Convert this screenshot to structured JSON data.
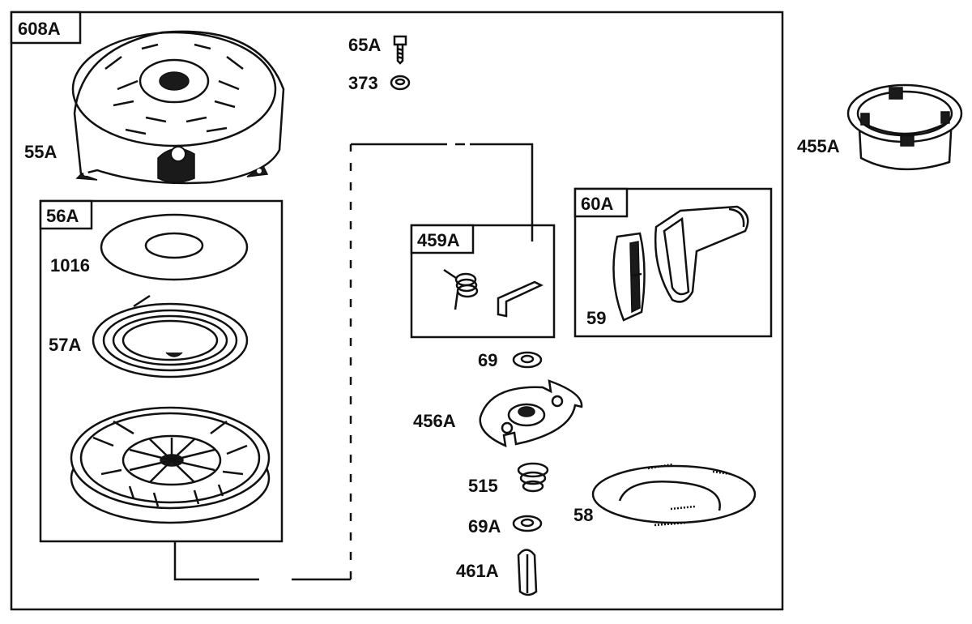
{
  "labels": {
    "kit_608a": "608A",
    "kit_56a": "56A",
    "kit_459a": "459A",
    "kit_60a": "60A",
    "p65a": "65A",
    "p373": "373",
    "p55a": "55A",
    "p455a": "455A",
    "p1016": "1016",
    "p57a": "57A",
    "p59": "59",
    "p69": "69",
    "p456a": "456A",
    "p515": "515",
    "p69a": "69A",
    "p58": "58",
    "p461a": "461A"
  },
  "colors": {
    "ink": "#111111",
    "background": "#ffffff"
  }
}
